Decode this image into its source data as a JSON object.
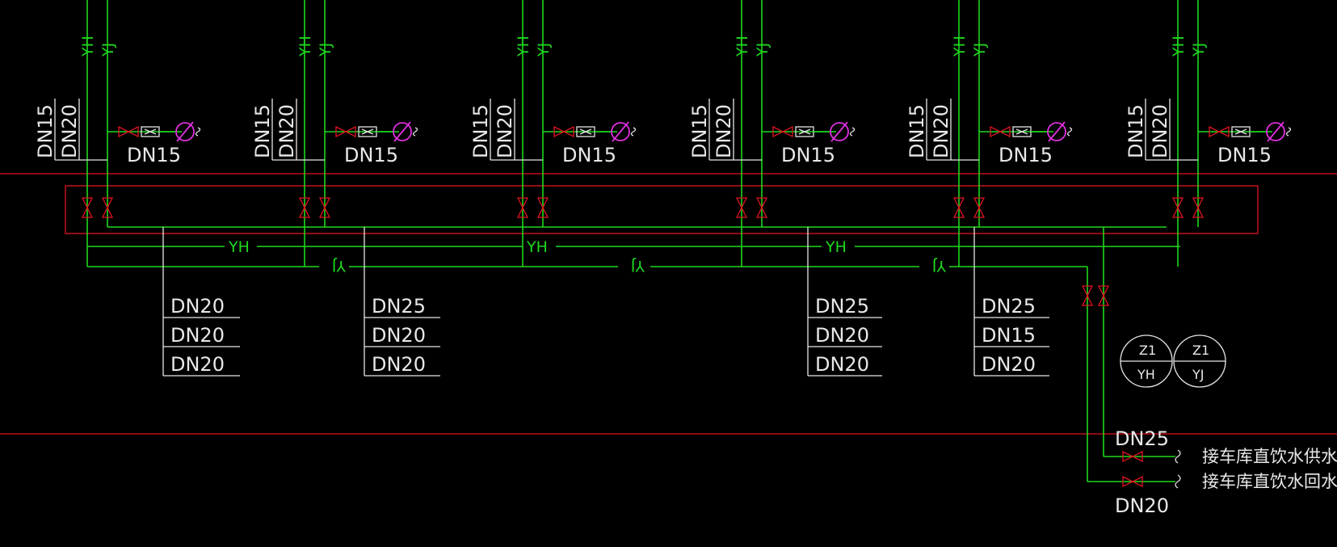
{
  "diagram": {
    "colors": {
      "background": "#000000",
      "pipe": "#1fd81f",
      "valve": "#e0141e",
      "border": "#e0141e",
      "text": "#e8e8e8",
      "meter": "#e030e0"
    },
    "risers": [
      {
        "pipe_labels": [
          "YH",
          "YJ"
        ],
        "size_labels": [
          "DN15",
          "DN20"
        ],
        "branch_label": "DN15"
      },
      {
        "pipe_labels": [
          "YH",
          "YJ"
        ],
        "size_labels": [
          "DN15",
          "DN20"
        ],
        "branch_label": "DN15"
      },
      {
        "pipe_labels": [
          "YH",
          "YJ"
        ],
        "size_labels": [
          "DN15",
          "DN20"
        ],
        "branch_label": "DN15"
      },
      {
        "pipe_labels": [
          "YH",
          "YJ"
        ],
        "size_labels": [
          "DN15",
          "DN20"
        ],
        "branch_label": "DN15"
      },
      {
        "pipe_labels": [
          "YH",
          "YJ"
        ],
        "size_labels": [
          "DN15",
          "DN20"
        ],
        "branch_label": "DN15"
      },
      {
        "pipe_labels": [
          "YH",
          "YJ"
        ],
        "size_labels": [
          "DN15",
          "DN20"
        ],
        "branch_label": "DN15"
      }
    ],
    "main_labels": {
      "yh": [
        "YH",
        "YH",
        "YH"
      ],
      "yj": [
        "YJ",
        "YJ",
        "YJ"
      ]
    },
    "size_stacks": [
      [
        "DN20",
        "DN20",
        "DN20"
      ],
      [
        "DN25",
        "DN20",
        "DN20"
      ],
      [
        "DN25",
        "DN20",
        "DN20"
      ],
      [
        "DN25",
        "DN15",
        "DN20"
      ]
    ],
    "riser_tags": [
      {
        "top": "Z1",
        "bottom": "YH"
      },
      {
        "top": "Z1",
        "bottom": "YJ"
      }
    ],
    "connections": {
      "supply": {
        "size": "DN25",
        "label": "接车库直饮水供水管"
      },
      "return": {
        "size": "DN20",
        "label": "接车库直饮水回水管"
      }
    }
  }
}
